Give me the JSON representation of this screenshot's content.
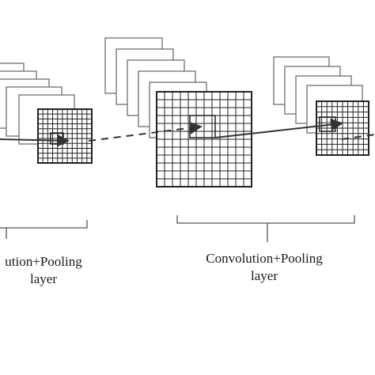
{
  "labels": {
    "left": {
      "line1": "ution+Pooling",
      "line2": "layer"
    },
    "right": {
      "line1": "Convolution+Pooling",
      "line2": "layer"
    }
  },
  "colors": {
    "frame": "#6e6e6e",
    "grid": "#222222",
    "arrow": "#333333",
    "bracket": "#555555"
  }
}
